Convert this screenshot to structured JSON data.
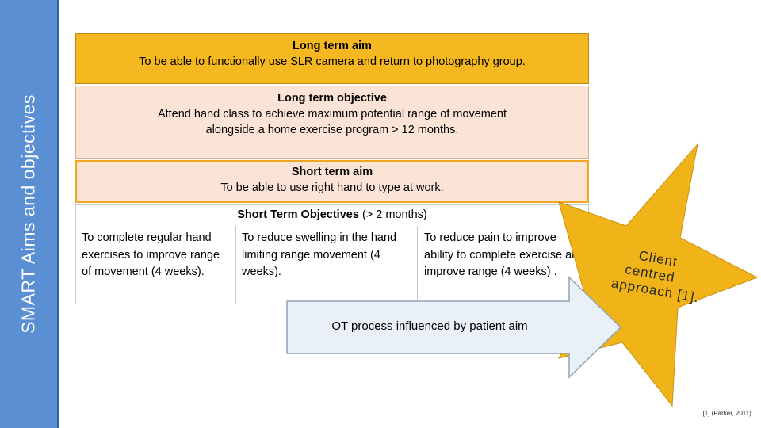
{
  "slide": {
    "side_title": "SMART Aims and objectives",
    "long_term_aim": {
      "heading": "Long term aim",
      "text": "To be able to functionally use SLR camera and return to photography group."
    },
    "long_term_objective": {
      "heading": "Long term objective",
      "text": "Attend hand class to achieve maximum potential range of movement alongside a home exercise program > 12 months."
    },
    "short_term_aim": {
      "heading": "Short term aim",
      "text": "To be able to use right  hand to type at work."
    },
    "short_term_objectives": {
      "heading": "Short Term Objectives",
      "qualifier": "(> 2 months)",
      "items": [
        "To complete regular hand exercises to improve range of movement (4 weeks).",
        "To reduce swelling in the hand limiting range movement (4 weeks).",
        "To reduce pain to improve ability to complete exercise and improve range (4 weeks) ."
      ]
    },
    "arrow_text": "OT process influenced by patient aim",
    "star": {
      "line1": "Client",
      "line2": "centred",
      "line3": "approach [1]."
    },
    "citation": "[1] (Parker, 2011).",
    "colors": {
      "sidebar": "#5b8fd4",
      "long_term_aim_fill": "#f5b820",
      "objective_fill": "#fbe4d6",
      "star_fill": "#f0b418",
      "arrow_fill": "#e9f0f8"
    }
  }
}
